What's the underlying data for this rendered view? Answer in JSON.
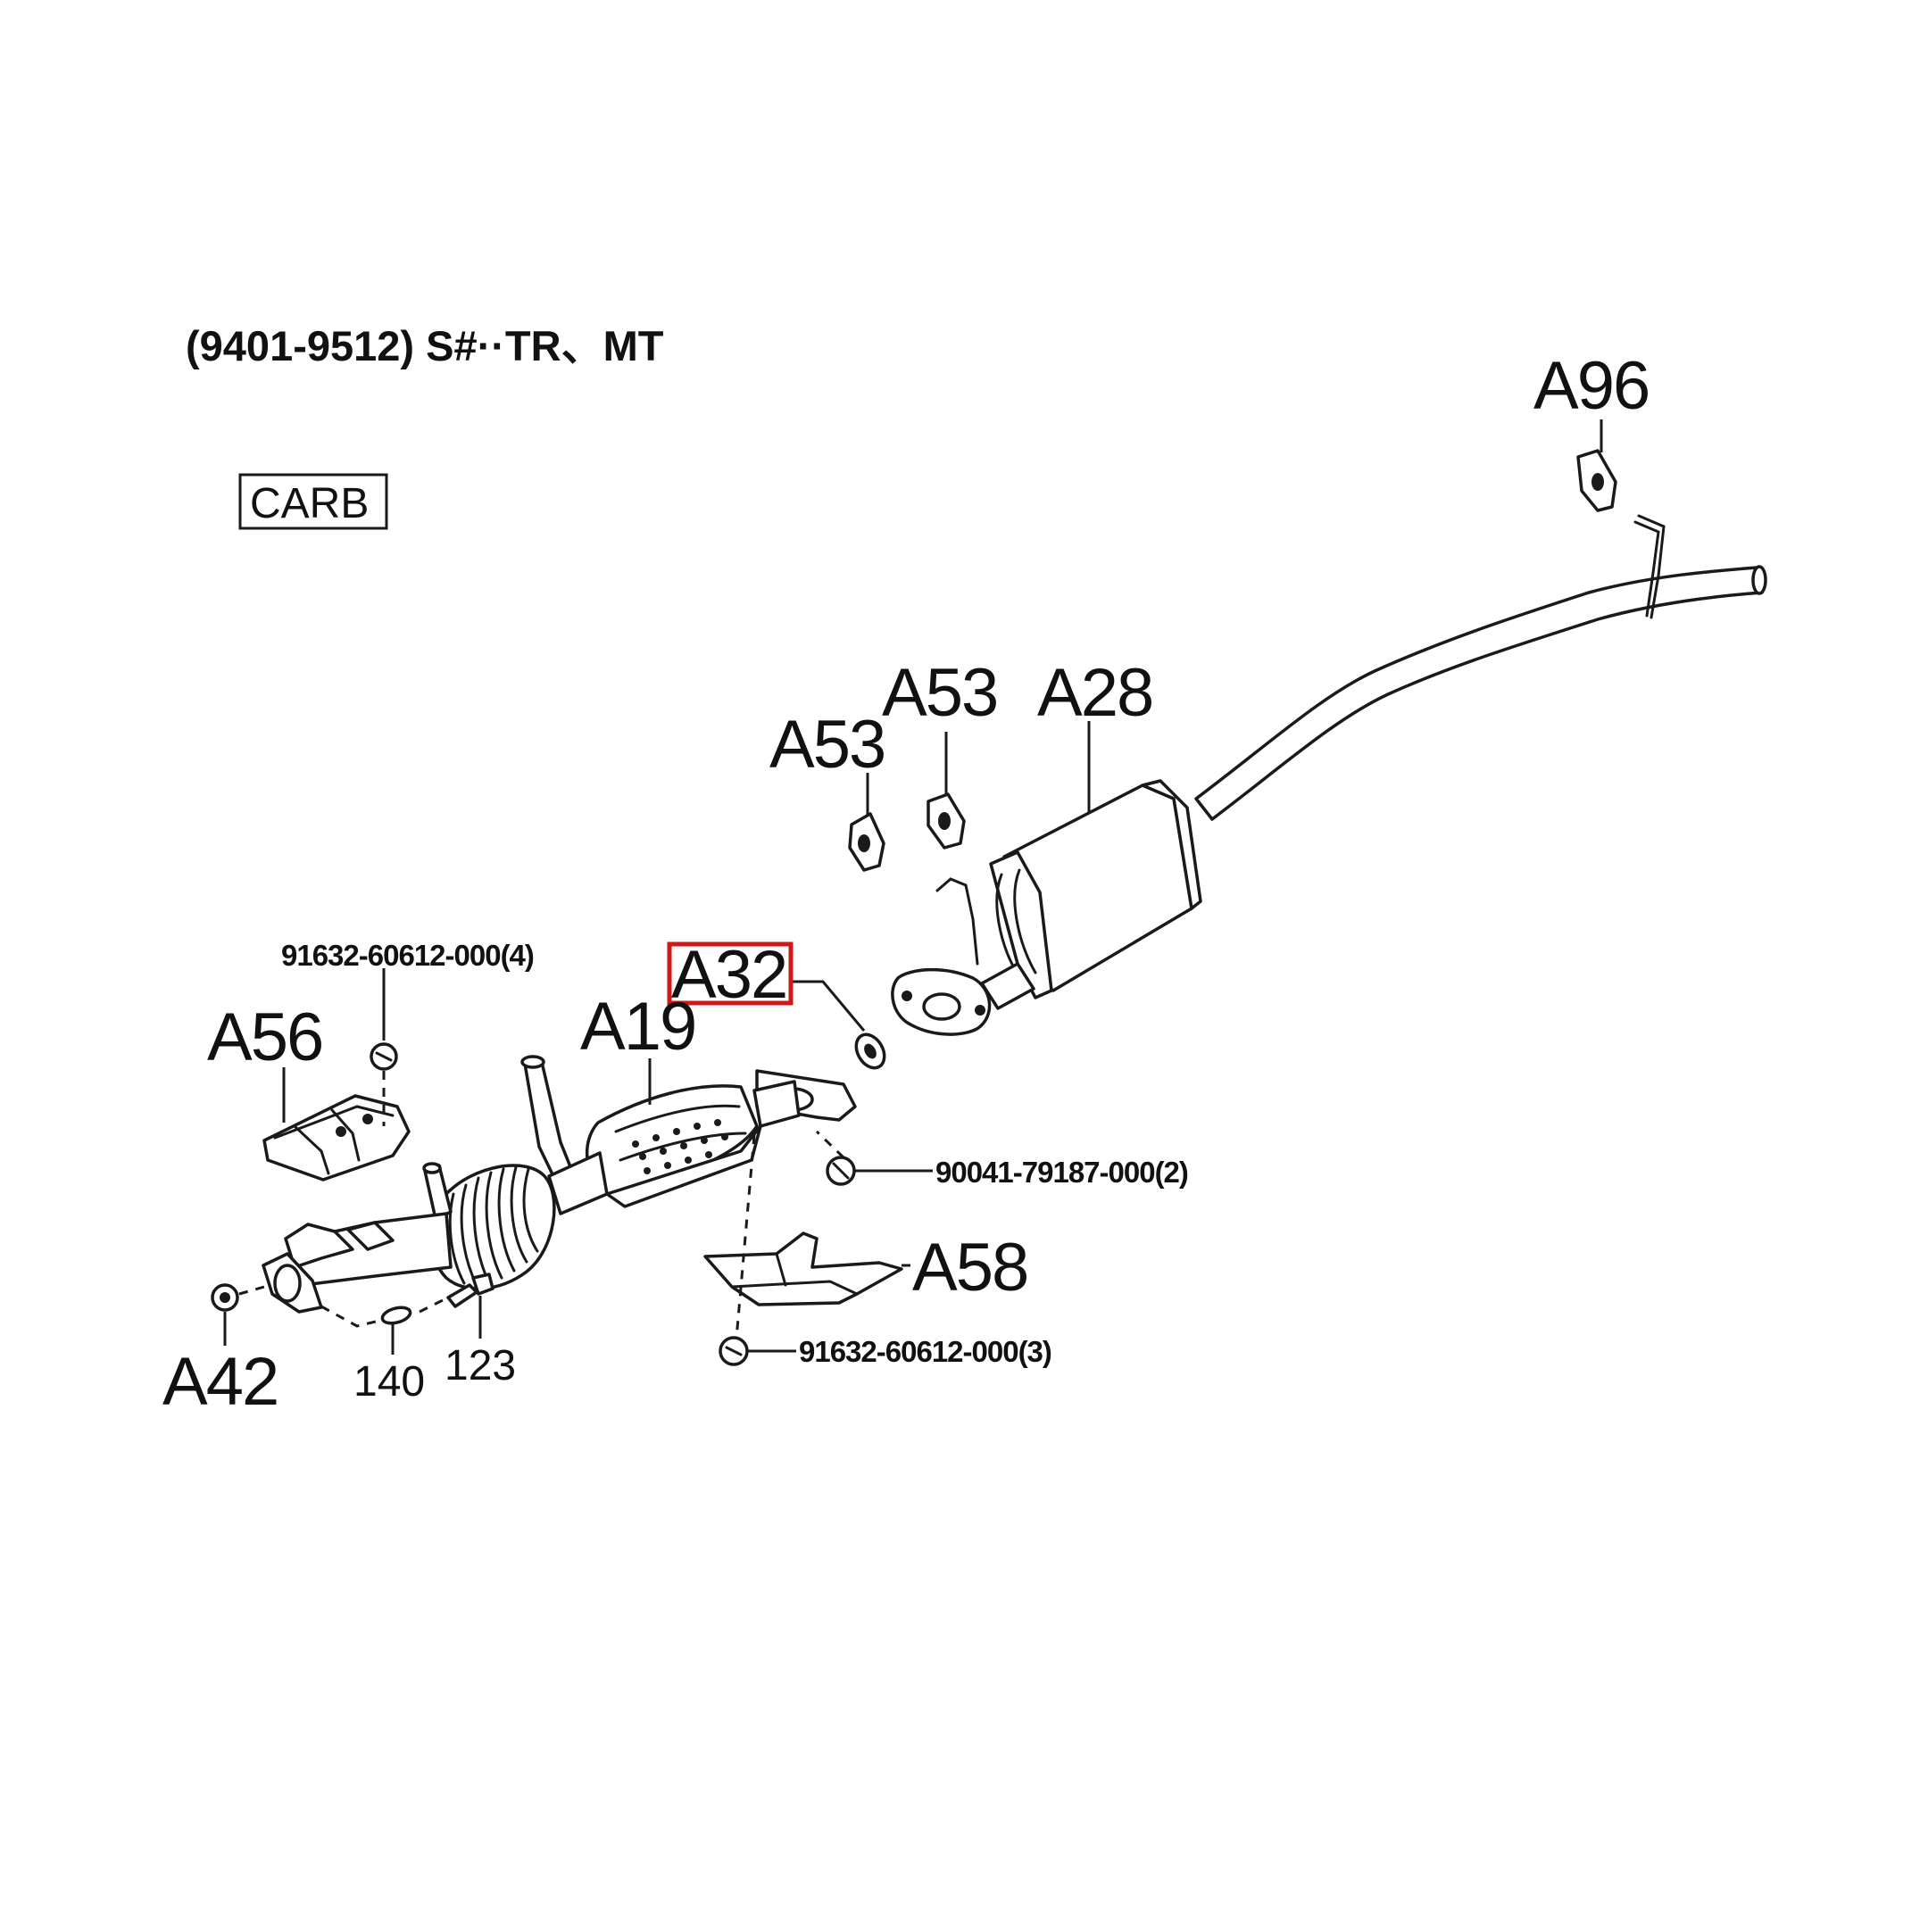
{
  "header": {
    "range_text": "(9401-9512) S#··TR、MT",
    "carb_label": "CARB"
  },
  "highlight": {
    "callout": "A32",
    "color": "#cc1a1a"
  },
  "callouts": {
    "a96": "A96",
    "a53_left": "A53",
    "a53_right": "A53",
    "a28": "A28",
    "a32": "A32",
    "a19": "A19",
    "a56": "A56",
    "a58": "A58",
    "a42": "A42",
    "n140": "140",
    "n123": "123"
  },
  "part_numbers": {
    "upper_bolt": "91632-60612-000(4)",
    "nut": "90041-79187-000(2)",
    "lower_bolt": "91632-60612-000(3)"
  }
}
